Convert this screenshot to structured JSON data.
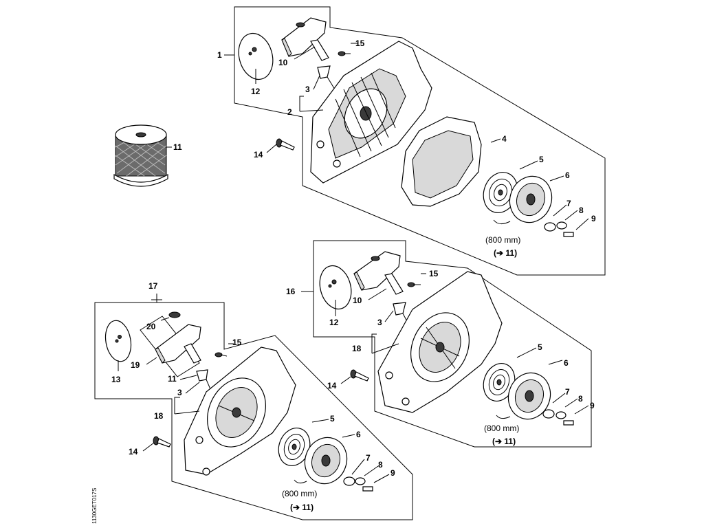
{
  "labels": {
    "g1_1": "1",
    "g1_2": "2",
    "g1_3": "3",
    "g1_4": "4",
    "g1_5": "5",
    "g1_6": "6",
    "g1_7": "7",
    "g1_8": "8",
    "g1_9": "9",
    "g1_10": "10",
    "g1_12": "12",
    "g1_14": "14",
    "g1_15": "15",
    "spool_11": "11",
    "g2_16": "16",
    "g2_10": "10",
    "g2_15": "15",
    "g2_12": "12",
    "g2_3": "3",
    "g2_18": "18",
    "g2_14": "14",
    "g2_5": "5",
    "g2_6": "6",
    "g2_7": "7",
    "g2_8": "8",
    "g2_9": "9",
    "g3_17": "17",
    "g3_20": "20",
    "g3_19": "19",
    "g3_15": "15",
    "g3_13": "13",
    "g3_11": "11",
    "g3_3": "3",
    "g3_18": "18",
    "g3_14": "14",
    "g3_5": "5",
    "g3_6": "6",
    "g3_7": "7",
    "g3_8": "8",
    "g3_9": "9"
  },
  "dimension_text": "(800 mm)",
  "reference_text": "(➔ 11)",
  "drawing_code": "1130GET017S",
  "icons": {
    "reference_arrow": "right-arrow-icon"
  }
}
